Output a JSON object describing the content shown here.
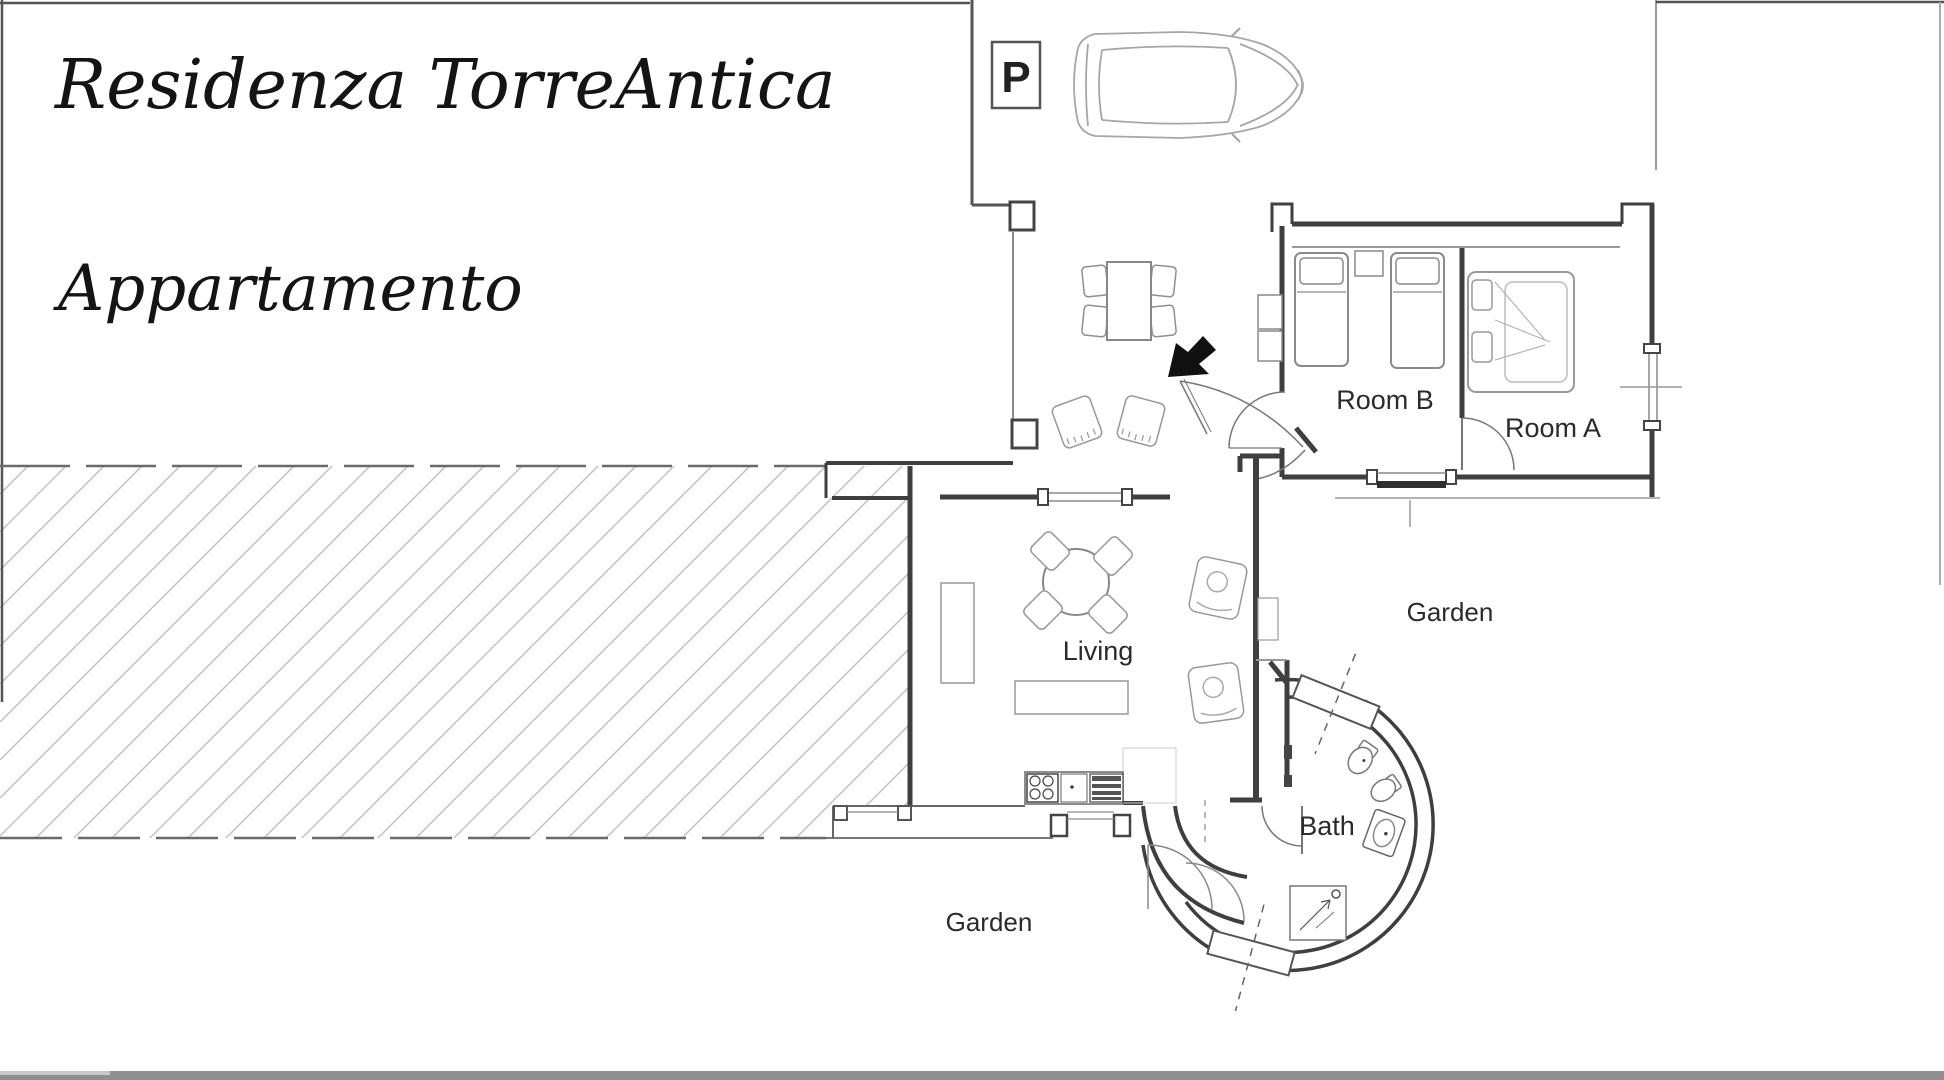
{
  "title": {
    "line1": "Residenza TorreAntica",
    "line2": "Appartamento"
  },
  "parking": {
    "sign_label": "P"
  },
  "labels": {
    "room_b": "Room B",
    "room_a": "Room A",
    "garden_east": "Garden",
    "garden_south": "Garden",
    "living": "Living",
    "bath": "Bath"
  },
  "legend": {
    "drawing_type": "apartment floor plan",
    "icons": [
      "car-icon",
      "parking-sign",
      "twin-bed-icon",
      "double-bed-icon",
      "dining-table-icon",
      "round-table-icon",
      "armchair-icon",
      "kitchen-counter-icon",
      "toilet-icon",
      "bidet-icon",
      "sink-icon",
      "shower-icon",
      "entrance-arrow-icon"
    ]
  },
  "colors": {
    "background": "#ffffff",
    "wall": "#3f3f3f",
    "thin_line": "#8a8a8a",
    "hatch": "#c4c4c4",
    "dashed_boundary": "#6a6a6a",
    "text": "#2b2b2b",
    "bottom_bar": "#8f8f8f",
    "arrow": "#111111"
  }
}
